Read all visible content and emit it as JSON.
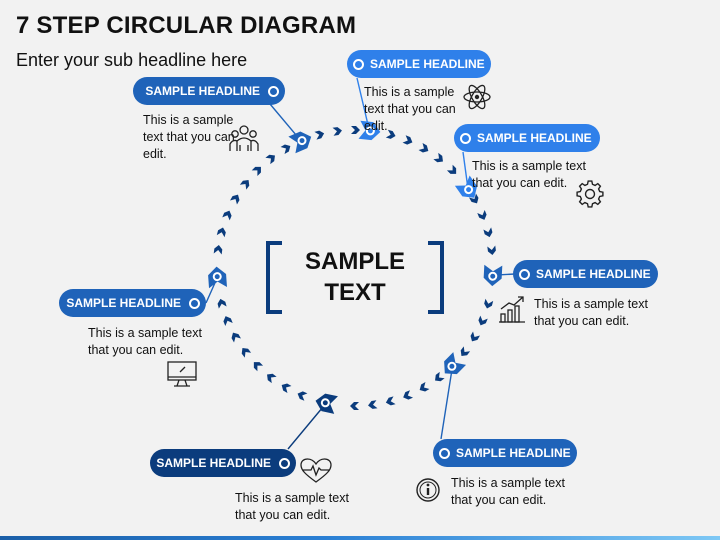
{
  "header": {
    "title": "7 STEP CIRCULAR DIAGRAM",
    "subtitle": "Enter your sub headline here"
  },
  "center": {
    "line1": "SAMPLE",
    "line2": "TEXT"
  },
  "colors": {
    "dark_navy": "#0b3c7d",
    "mid_blue": "#1f63b9",
    "light_blue": "#2f80ea",
    "background": "#f2f2f2"
  },
  "steps": [
    {
      "headline": "SAMPLE HEADLINE",
      "text": "This is a sample text that you can edit.",
      "icon": "team-icon",
      "color": "#1f63b9"
    },
    {
      "headline": "SAMPLE HEADLINE",
      "text": "This is a sample text that you can edit.",
      "icon": "atom-icon",
      "color": "#2f80ea"
    },
    {
      "headline": "SAMPLE HEADLINE",
      "text": "This is a sample text that you can edit.",
      "icon": "gear-icon",
      "color": "#2f80ea"
    },
    {
      "headline": "SAMPLE HEADLINE",
      "text": "This is a sample text that you can edit.",
      "icon": "growth-chart-icon",
      "color": "#1f63b9"
    },
    {
      "headline": "SAMPLE HEADLINE",
      "text": "This is a sample text that you can edit.",
      "icon": "info-icon",
      "color": "#1f63b9"
    },
    {
      "headline": "SAMPLE HEADLINE",
      "text": "This is a sample text that you can edit.",
      "icon": "heartbeat-icon",
      "color": "#0b3c7d"
    },
    {
      "headline": "SAMPLE HEADLINE",
      "text": "This is a sample text that you can edit.",
      "icon": "monitor-icon",
      "color": "#1f63b9"
    }
  ]
}
